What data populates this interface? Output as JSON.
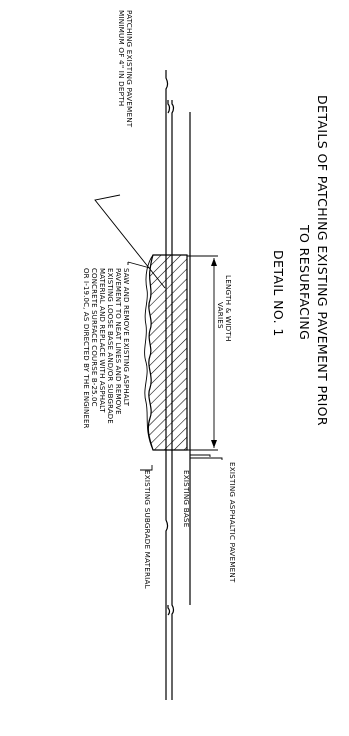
{
  "title": {
    "line1": "DETAILS OF PATCHING EXISTING PAVEMENT PRIOR",
    "line2": "TO RESURFACING",
    "detail": "DETAIL NO. 1"
  },
  "labels": {
    "existing_asphaltic_pavement": "EXISTING ASPHALTIC PAVEMENT",
    "existing_base": "EXISTING BASE",
    "existing_subgrade_material": "EXISTING SUBGRADE MATERIAL",
    "length_width_line1": "LENGTH & WIDTH",
    "length_width_line2": "VARIES",
    "patching_line1": "PATCHING EXISTING PAVEMENT",
    "patching_line2": "MINIMUM OF 4\" IN DEPTH"
  },
  "notes": [
    "SAW AND REMOVE EXISTING ASPHALT",
    "PAVEMENT TO NEAT LINES AND REMOVE",
    "EXISTING LOOSE BASE AND/OR SUBGRADE",
    "MATERIAL AND REPLACE WITH ASPHALT",
    "CONCRETE SURFACE COURSE B-25.0C",
    "OR I-19.0C, AS DIRECTED BY THE ENGINEER"
  ]
}
